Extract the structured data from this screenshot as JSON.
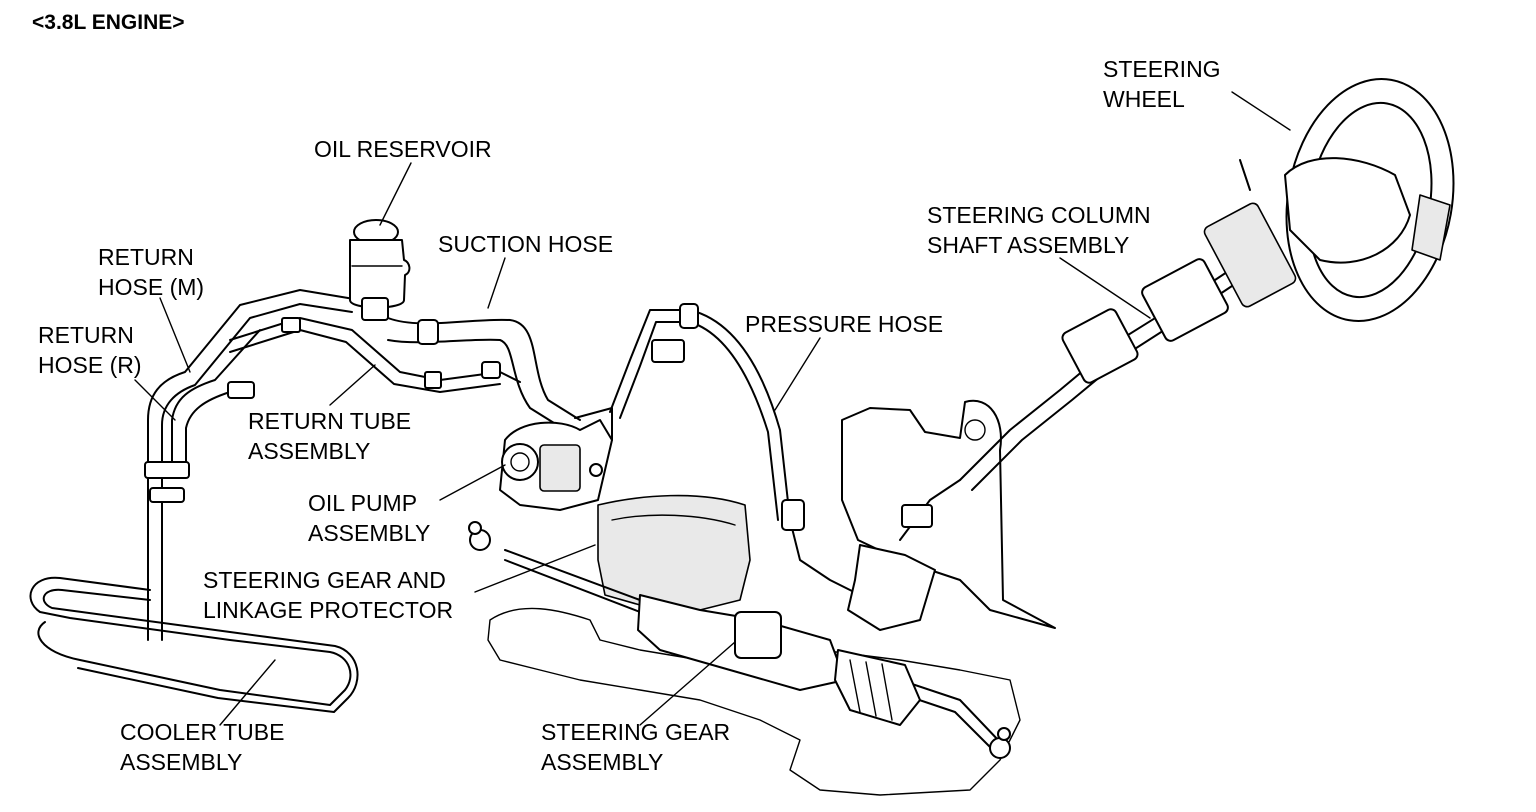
{
  "title": "<3.8L ENGINE>",
  "labels": {
    "steering_wheel": [
      "STEERING",
      "WHEEL"
    ],
    "oil_reservoir": [
      "OIL RESERVOIR"
    ],
    "steering_column": [
      "STEERING COLUMN",
      "SHAFT ASSEMBLY"
    ],
    "return_hose_m": [
      "RETURN",
      "HOSE (M)"
    ],
    "suction_hose": [
      "SUCTION HOSE"
    ],
    "return_hose_r": [
      "RETURN",
      "HOSE (R)"
    ],
    "pressure_hose": [
      "PRESSURE HOSE"
    ],
    "return_tube": [
      "RETURN TUBE",
      "ASSEMBLY"
    ],
    "oil_pump": [
      "OIL PUMP",
      "ASSEMBLY"
    ],
    "gear_protector": [
      "STEERING GEAR AND",
      "LINKAGE PROTECTOR"
    ],
    "cooler_tube": [
      "COOLER TUBE",
      "ASSEMBLY"
    ],
    "steering_gear": [
      "STEERING GEAR",
      "ASSEMBLY"
    ]
  }
}
